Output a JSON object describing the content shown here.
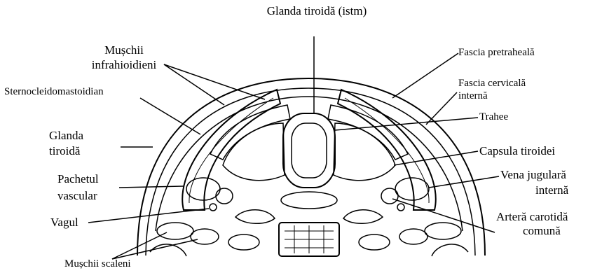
{
  "labels": {
    "glanda_istm": "Glanda tiroidă (istm)",
    "muschii_infra_1": "Mușchii",
    "muschii_infra_2": "infrahioidieni",
    "sternocleido": "Sternocleidomastoidian",
    "glanda_tiroida_1": "Glanda",
    "glanda_tiroida_2": "tiroidă",
    "pachetul_1": "Pachetul",
    "pachetul_2": "vascular",
    "vagul": "Vagul",
    "muschii_scaleni": "Mușchii scaleni",
    "fascia_pretraheala": "Fascia pretraheală",
    "fascia_cervicala_1": "Fascia cervicală",
    "fascia_cervicala_2": "internă",
    "trahee": "Trahee",
    "capsula": "Capsula tiroidei",
    "vena_1": "Vena jugulară",
    "vena_2": "internă",
    "artera_1": "Arteră carotidă",
    "artera_2": "comună"
  }
}
